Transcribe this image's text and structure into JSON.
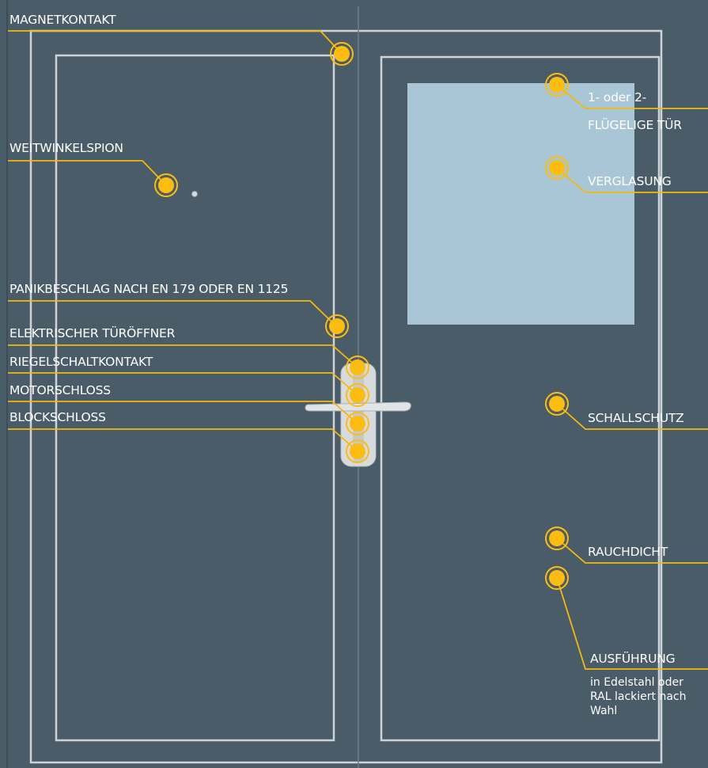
{
  "colors": {
    "door": "#4b5c69",
    "frame_line": "#cdd3d7",
    "glass": "#a9c6d6",
    "marker": "#fdbd10",
    "leader": "#f2b90f",
    "handle": "#d7dbde"
  },
  "icons": {
    "marker": "hotspot-dot-icon"
  },
  "labels": {
    "magnetkontakt": "MAGNETKONTAKT",
    "weitwinkelspion": "WEITWINKELSPION",
    "panikbeschlag": "PANIKBESCHLAG NACH EN 179 ODER EN 1125",
    "tueroeffner": "ELEKTRISCHER TÜRÖFFNER",
    "riegelschaltkontakt": "RIEGELSCHALTKONTAKT",
    "motorschloss": "MOTORSCHLOSS",
    "blockschloss": "BLOCKSCHLOSS",
    "fluegel_line1": "1- oder 2-",
    "fluegel_line2": "FLÜGELIGE TÜR",
    "verglasung": "VERGLASUNG",
    "schallschutz": "SCHALLSCHUTZ",
    "rauchdicht": "RAUCHDICHT",
    "ausfuehrung": "AUSFÜHRUNG",
    "ausfuehrung_note": "in Edelstahl oder RAL lackiert nach Wahl"
  }
}
